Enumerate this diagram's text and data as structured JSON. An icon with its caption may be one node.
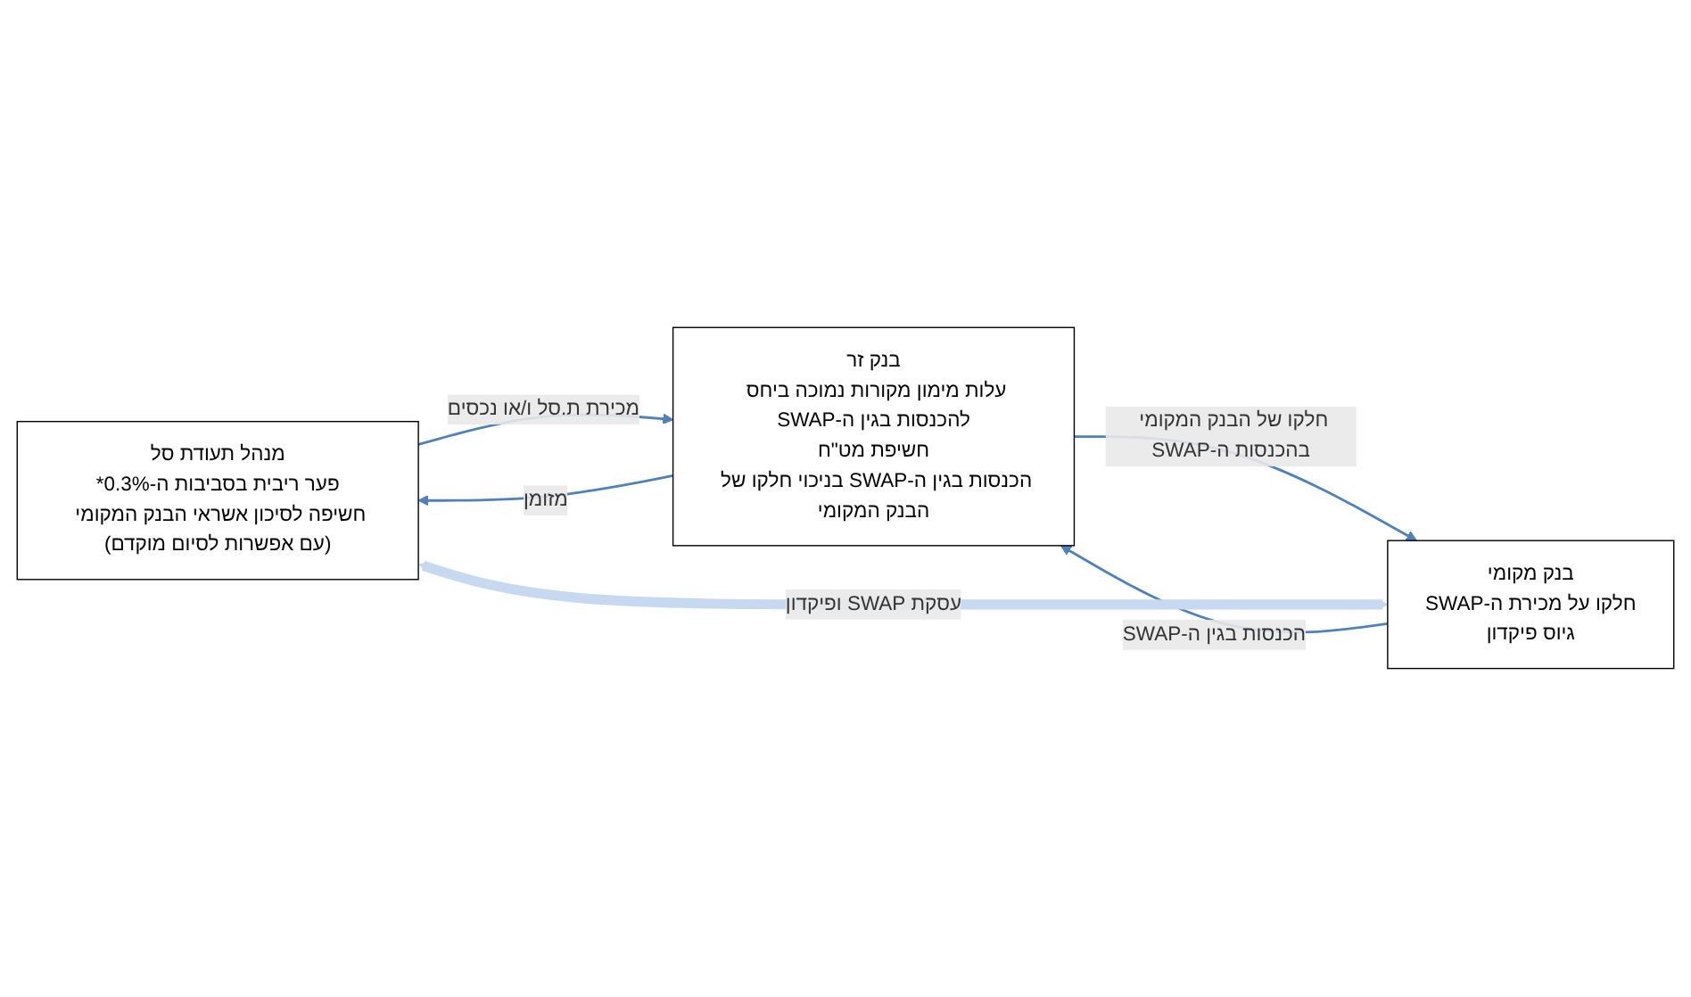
{
  "diagram": {
    "nodes": [
      {
        "text": [
          "מנהל תעודת סל",
          "פער ריבית בסביבות ה-0.3%*",
          "חשיפה לסיכון אשראי הבנק המקומי (עם אפשרות לסיום מוקדם)"
        ]
      },
      {
        "text": [
          "בנק זר",
          "עלות מימון מקורות נמוכה ביחס להכנסות בגין ה-SWAP",
          "חשיפת מט\"ח",
          "הכנסות בגין ה-SWAP בניכוי חלקו של הבנק המקומי"
        ]
      },
      {
        "text": [
          "בנק מקומי",
          "חלקו על מכירת ה-SWAP",
          "גיוס פיקדון"
        ]
      }
    ],
    "edges": [
      {
        "from": 1,
        "to": 0,
        "arrow": "to",
        "label": "מזומן"
      },
      {
        "from": 0,
        "to": 1,
        "arrow": "to",
        "label": "מכירת ת.סל ו/או נכסים"
      },
      {
        "from": 2,
        "to": 1,
        "arrow": "to",
        "label": "הכנסות בגין ה-SWAP"
      },
      {
        "from": 1,
        "to": 2,
        "arrow": "to",
        "label": "חלקו של הבנק המקומי בהכנסות ה-SWAP"
      },
      {
        "from": 0,
        "to": 2,
        "arrow": "both",
        "label": "עסקת SWAP ופיקדון",
        "style": "thick",
        "color": "#c6d9f1"
      }
    ]
  }
}
